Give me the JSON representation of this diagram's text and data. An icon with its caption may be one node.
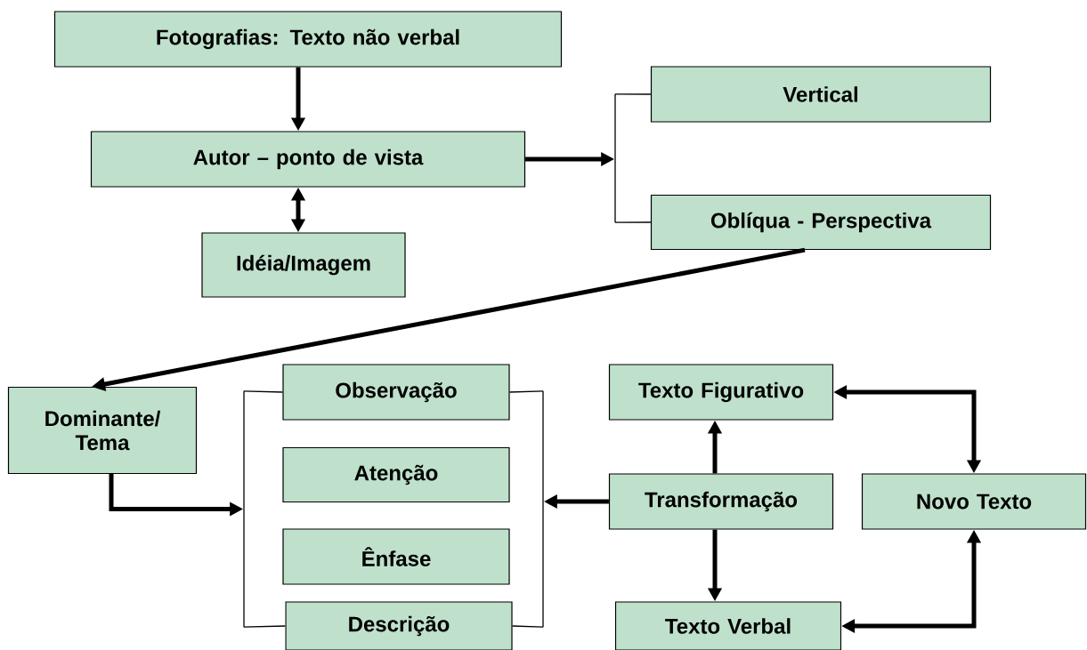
{
  "diagram": {
    "nodes": [
      {
        "text": [
          "Fotografias: Texto não verbal"
        ]
      },
      {
        "text": [
          "Autor – ponto de vista"
        ]
      },
      {
        "text": [
          "Idéia/Imagem"
        ]
      },
      {
        "text": [
          "Vertical"
        ]
      },
      {
        "text": [
          "Oblíqua - Perspectiva"
        ]
      },
      {
        "text": [
          "Dominante/ Tema"
        ]
      },
      {
        "text": [
          "Observação"
        ]
      },
      {
        "text": [
          "Atenção"
        ]
      },
      {
        "text": [
          "Ênfase"
        ]
      },
      {
        "text": [
          "Descrição"
        ]
      },
      {
        "text": [
          "Transformação"
        ]
      },
      {
        "text": [
          "Texto Figurativo"
        ]
      },
      {
        "text": [
          "Novo Texto"
        ]
      },
      {
        "text": [
          "Texto Verbal"
        ]
      },
      {
        "text": [],
        "shape": "bracket"
      },
      {
        "text": [],
        "shape": "bracket"
      },
      {
        "text": [],
        "shape": "bracket"
      }
    ],
    "edges": [
      {
        "from": 0,
        "to": 1,
        "arrow": "to"
      },
      {
        "from": 1,
        "to": 2,
        "arrow": "both"
      },
      {
        "from": 1,
        "to": 14,
        "arrow": "to"
      },
      {
        "from": 14,
        "to": 3,
        "arrow": "none"
      },
      {
        "from": 14,
        "to": 4,
        "arrow": "none"
      },
      {
        "from": 4,
        "to": 5,
        "arrow": "to"
      },
      {
        "from": 5,
        "to": 15,
        "arrow": "to"
      },
      {
        "from": 15,
        "to": 6,
        "arrow": "none"
      },
      {
        "from": 15,
        "to": 9,
        "arrow": "none"
      },
      {
        "from": 10,
        "to": 16,
        "arrow": "to"
      },
      {
        "from": 16,
        "to": 6,
        "arrow": "none"
      },
      {
        "from": 16,
        "to": 9,
        "arrow": "none"
      },
      {
        "from": 10,
        "to": 11,
        "arrow": "to"
      },
      {
        "from": 10,
        "to": 13,
        "arrow": "to"
      },
      {
        "from": 11,
        "to": 12,
        "arrow": "both"
      },
      {
        "from": 13,
        "to": 12,
        "arrow": "both"
      }
    ]
  }
}
